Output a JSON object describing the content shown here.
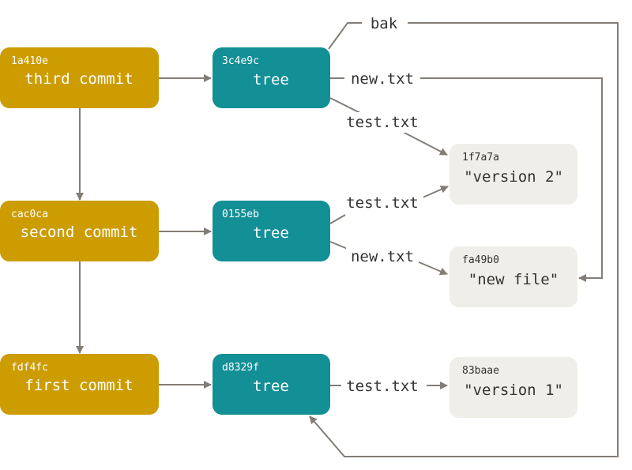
{
  "commits": [
    {
      "hash": "1a410e",
      "message": "third commit"
    },
    {
      "hash": "cac0ca",
      "message": "second commit"
    },
    {
      "hash": "fdf4fc",
      "message": "first commit"
    }
  ],
  "trees": [
    {
      "hash": "3c4e9c",
      "label": "tree"
    },
    {
      "hash": "0155eb",
      "label": "tree"
    },
    {
      "hash": "d8329f",
      "label": "tree"
    }
  ],
  "blobs": [
    {
      "hash": "1f7a7a",
      "content": "\"version 2\""
    },
    {
      "hash": "fa49b0",
      "content": "\"new file\""
    },
    {
      "hash": "83baae",
      "content": "\"version 1\""
    }
  ],
  "edges": {
    "bak": "bak",
    "t1_new": "new.txt",
    "t1_test": "test.txt",
    "t2_test": "test.txt",
    "t2_new": "new.txt",
    "t3_test": "test.txt"
  },
  "colors": {
    "commit": "#cc9c00",
    "tree": "#138f96",
    "blob": "#efeee8",
    "line": "#837d77",
    "node_text": "#ffffff",
    "blob_text": "#333333",
    "edge_text": "#333333"
  }
}
